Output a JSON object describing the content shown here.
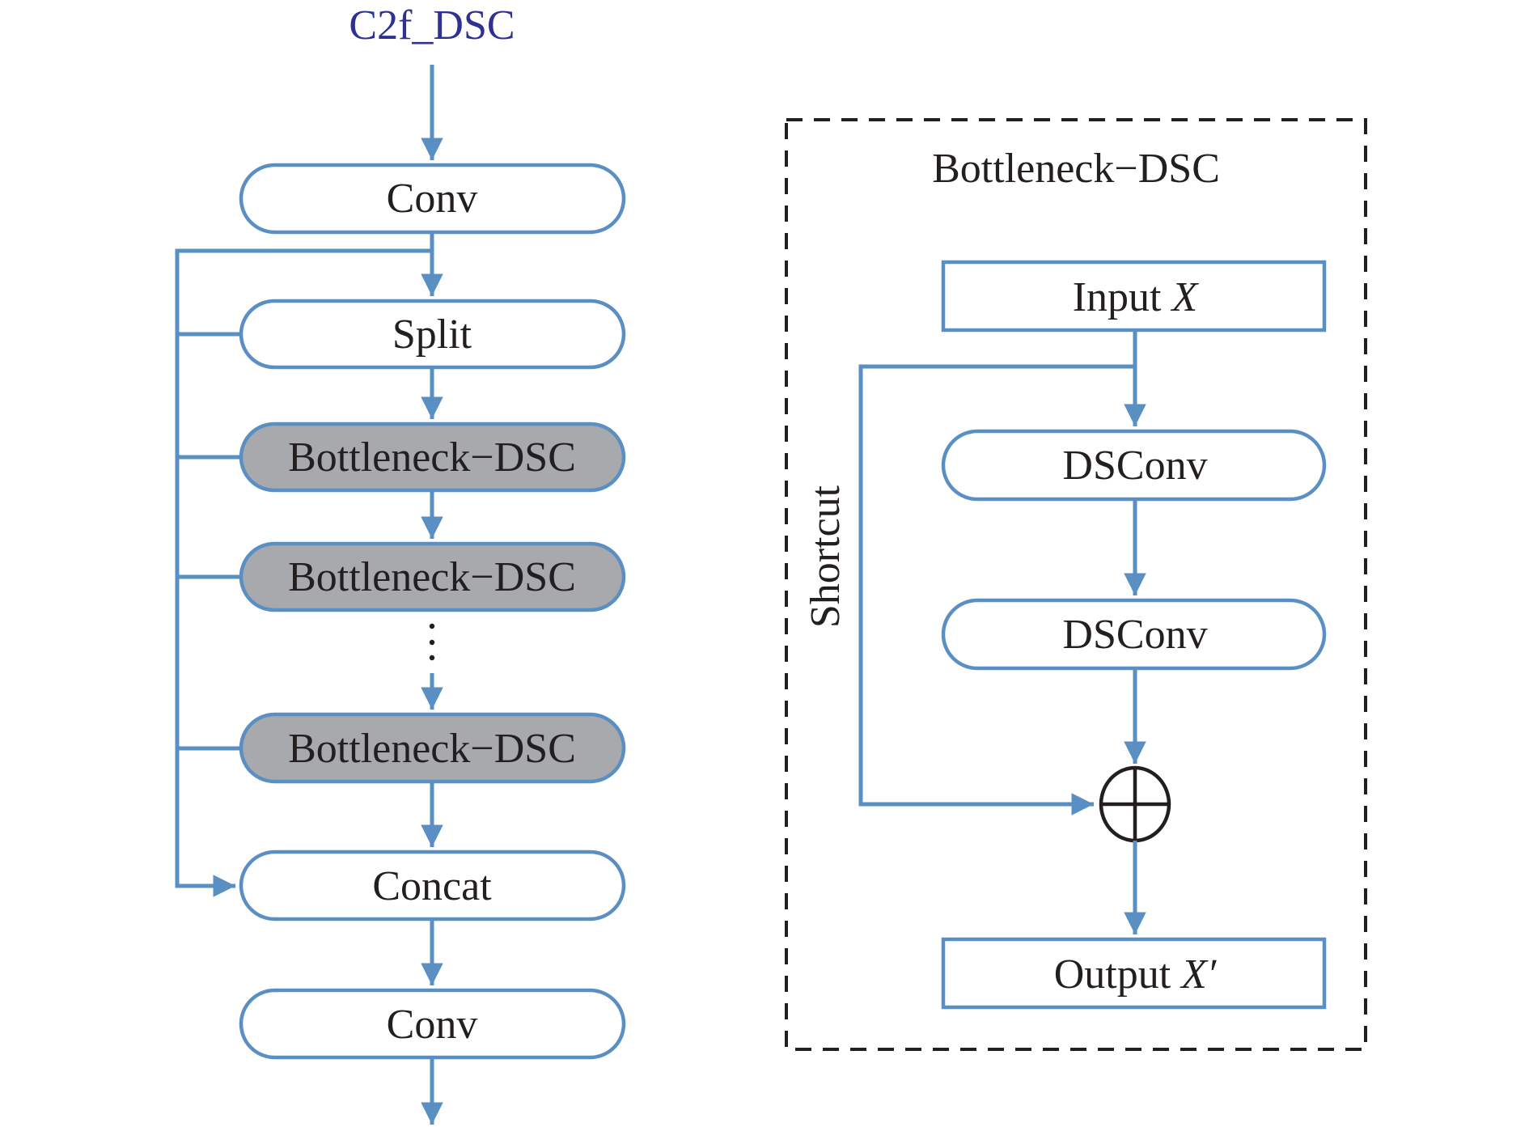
{
  "colors": {
    "flow": "#5a8fc3",
    "title": "#2e3192",
    "box_fill": "#ffffff",
    "bottleneck_fill": "#a7a9ac",
    "text": "#231f20",
    "dashed_border": "#231f20"
  },
  "left": {
    "title": "C2f_DSC",
    "nodes": [
      {
        "id": "conv-in",
        "label": "Conv",
        "shaded": false
      },
      {
        "id": "split",
        "label": "Split",
        "shaded": false
      },
      {
        "id": "bottleneck-1",
        "label": "Bottleneck−DSC",
        "shaded": true
      },
      {
        "id": "bottleneck-2",
        "label": "Bottleneck−DSC",
        "shaded": true
      },
      {
        "id": "bottleneck-n",
        "label": "Bottleneck−DSC",
        "shaded": true
      },
      {
        "id": "concat",
        "label": "Concat",
        "shaded": false
      },
      {
        "id": "conv-out",
        "label": "Conv",
        "shaded": false
      }
    ],
    "ellipsis": "⋮"
  },
  "right": {
    "title": "Bottleneck−DSC",
    "input": {
      "text": "Input ",
      "var": "X"
    },
    "dsconv_1": "DSConv",
    "dsconv_2": "DSConv",
    "output": {
      "text": "Output ",
      "var": "X′"
    },
    "shortcut_label": "Shortcut",
    "add_symbol": "element-wise-add"
  }
}
